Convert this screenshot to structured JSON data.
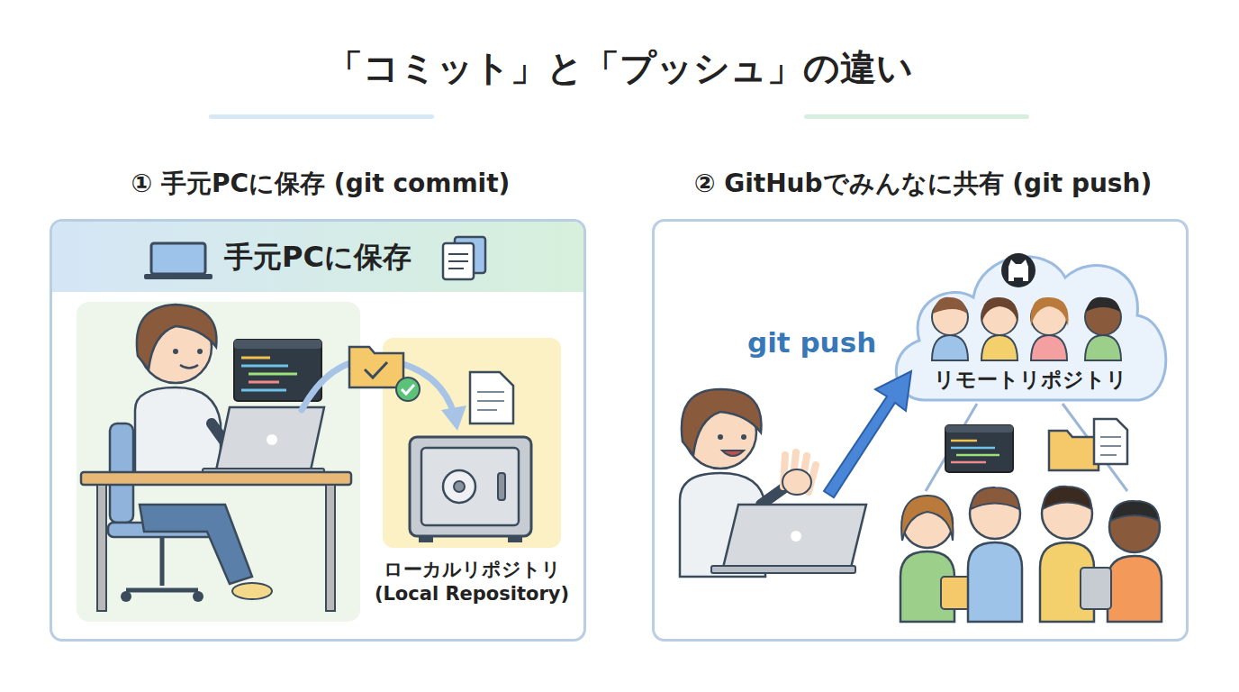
{
  "diagram": {
    "title": "「コミット」と「プッシュ」の違い",
    "nodes": [
      {
        "text": [
          "① 手元PCに保存 (git commit)"
        ]
      },
      {
        "text": [
          "手元PCに保存"
        ],
        "in": 0
      },
      {
        "text": [
          "ローカルリポジトリ (Local Repository)"
        ],
        "in": 0
      },
      {
        "text": [
          "② GitHubでみんなに共有 (git push)"
        ]
      },
      {
        "text": [
          "リモートリポジトリ"
        ],
        "in": 3
      }
    ],
    "labels": [
      "git push"
    ]
  }
}
